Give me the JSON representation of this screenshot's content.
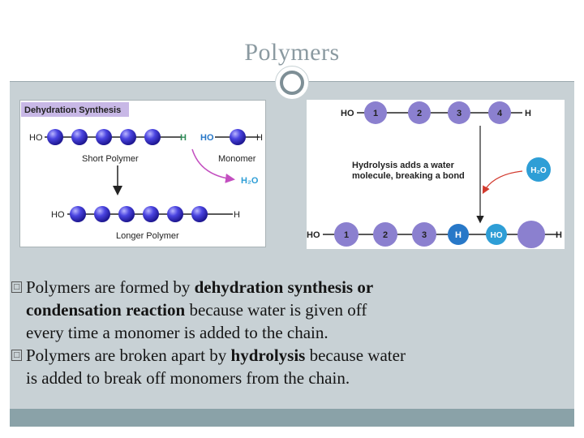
{
  "title": "Polymers",
  "left_diagram": {
    "heading": "Dehydration Synthesis",
    "ho_top": "HO",
    "h_top": "H",
    "ho_monomer": "HO",
    "h_monomer": "H",
    "short_label": "Short Polymer",
    "monomer_label": "Monomer",
    "water": "H₂O",
    "ho_bottom": "HO",
    "h_bottom": "H",
    "longer_label": "Longer Polymer"
  },
  "right_diagram": {
    "ho_top": "HO",
    "h_top": "H",
    "nums_top": [
      "1",
      "2",
      "3",
      "4"
    ],
    "caption_line1": "Hydrolysis adds a water",
    "caption_line2": "molecule, breaking a bond",
    "water": "H₂O",
    "ho_bottom": "HO",
    "h_bottom": "H",
    "nums_bottom": [
      "1",
      "2",
      "3"
    ],
    "h_mid": "H",
    "ho_mid": "HO"
  },
  "bullets": [
    {
      "glyph": "□",
      "line1_pre": "Polymers are formed by ",
      "line1_bold": "dehydration synthesis or",
      "line2_bold": "condensation reaction",
      "line2_post": " because water is given off",
      "line3": "every time a monomer is added to the chain."
    },
    {
      "glyph": "□",
      "line1_pre": "Polymers are broken apart by ",
      "line1_bold": "hydrolysis",
      "line1_post": " because water",
      "line2": "is added to break off monomers from the chain."
    }
  ],
  "colors": {
    "monomer_purple": "#5a4fd6",
    "hydrolysis_purple": "#8b80cf",
    "h_green": "#2e8b57",
    "h_blue": "#2878c8",
    "water_cyan": "#2e9ed6",
    "arrow_magenta": "#c34fc0",
    "arrow_red": "#d23a2e",
    "heading_bg": "#c8b8e6"
  }
}
